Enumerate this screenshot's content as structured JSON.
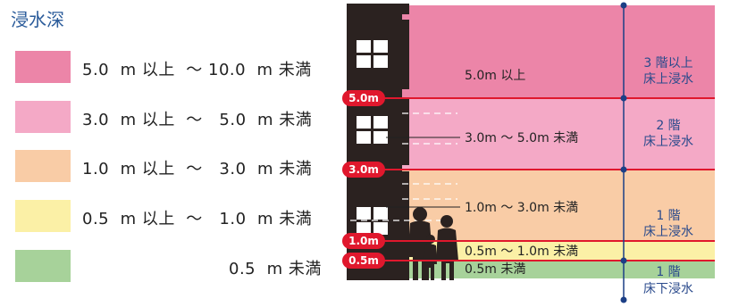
{
  "legend": {
    "title": "浸水深",
    "items": [
      {
        "text": "5.0  m 以上  ～ 10.0  m 未満",
        "color": "#ec85a8"
      },
      {
        "text": "3.0  m 以上  ～   5.0  m 未満",
        "color": "#f4a9c6"
      },
      {
        "text": "1.0  m 以上  ～   3.0  m 未満",
        "color": "#f9cca6"
      },
      {
        "text": "0.5  m 以上  ～   1.0  m 未満",
        "color": "#fbf0a6"
      },
      {
        "text": "0.5  m 未満",
        "color": "#a7d29a"
      }
    ]
  },
  "diagram": {
    "zones": [
      {
        "label": "5.0m 以上",
        "color": "#ec85a8"
      },
      {
        "label": "3.0m ～ 5.0m 未満",
        "color": "#f4a9c6"
      },
      {
        "label": "1.0m ～ 3.0m 未満",
        "color": "#f9cca6"
      },
      {
        "label": "0.5m ～ 1.0m 未満",
        "color": "#fbf0a6"
      },
      {
        "label": "0.5m 未満",
        "color": "#a7d29a"
      }
    ],
    "levels": [
      "5.0m",
      "3.0m",
      "1.0m",
      "0.5m"
    ],
    "floor_labels": [
      {
        "line1": "3 階以上",
        "line2": "床上浸水"
      },
      {
        "line1": "2 階",
        "line2": "床上浸水"
      },
      {
        "line1": "1 階",
        "line2": "床上浸水"
      },
      {
        "line1": "1 階",
        "line2": "床下浸水"
      }
    ],
    "colors": {
      "level_line": "#e0182d",
      "building": "#2b2220",
      "divider": "#1c3f86"
    }
  }
}
